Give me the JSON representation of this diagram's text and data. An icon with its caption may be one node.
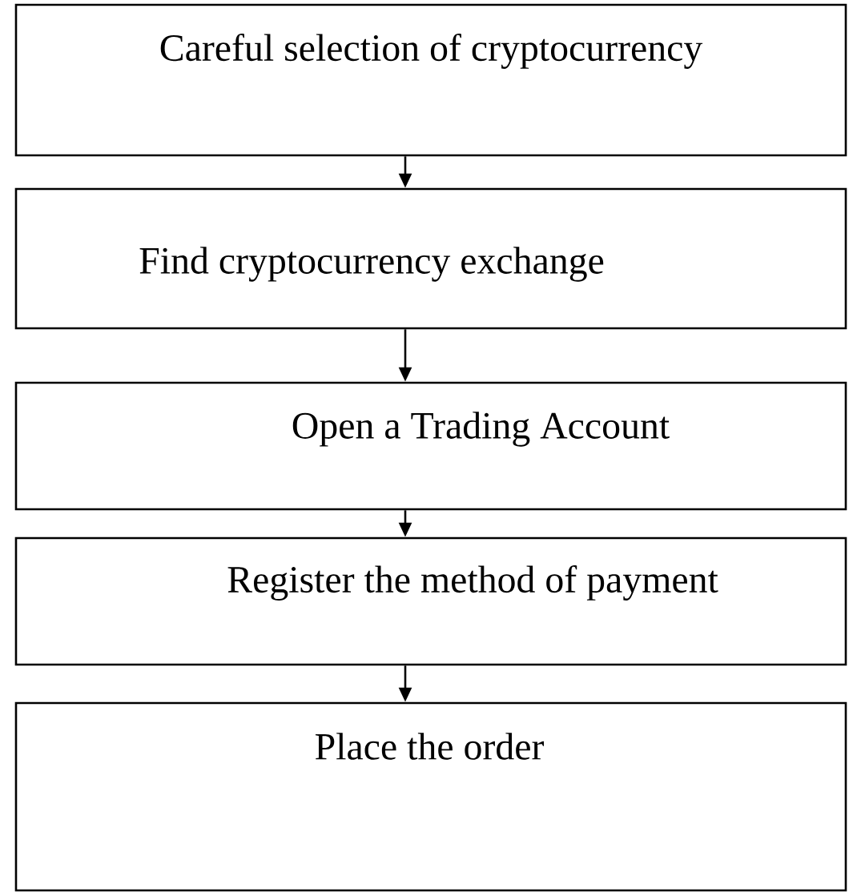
{
  "diagram": {
    "nodes": [
      {
        "text": [
          "Careful selection of cryptocurrency"
        ]
      },
      {
        "text": [
          "Find cryptocurrency exchange"
        ]
      },
      {
        "text": [
          "Open a Trading Account"
        ]
      },
      {
        "text": [
          "Register the method of payment"
        ]
      },
      {
        "text": [
          "Place the order"
        ]
      }
    ],
    "edges": [
      {
        "from": 0,
        "to": 1,
        "arrow": "to"
      },
      {
        "from": 1,
        "to": 2,
        "arrow": "to"
      },
      {
        "from": 2,
        "to": 3,
        "arrow": "to"
      },
      {
        "from": 3,
        "to": 4,
        "arrow": "to"
      }
    ]
  }
}
